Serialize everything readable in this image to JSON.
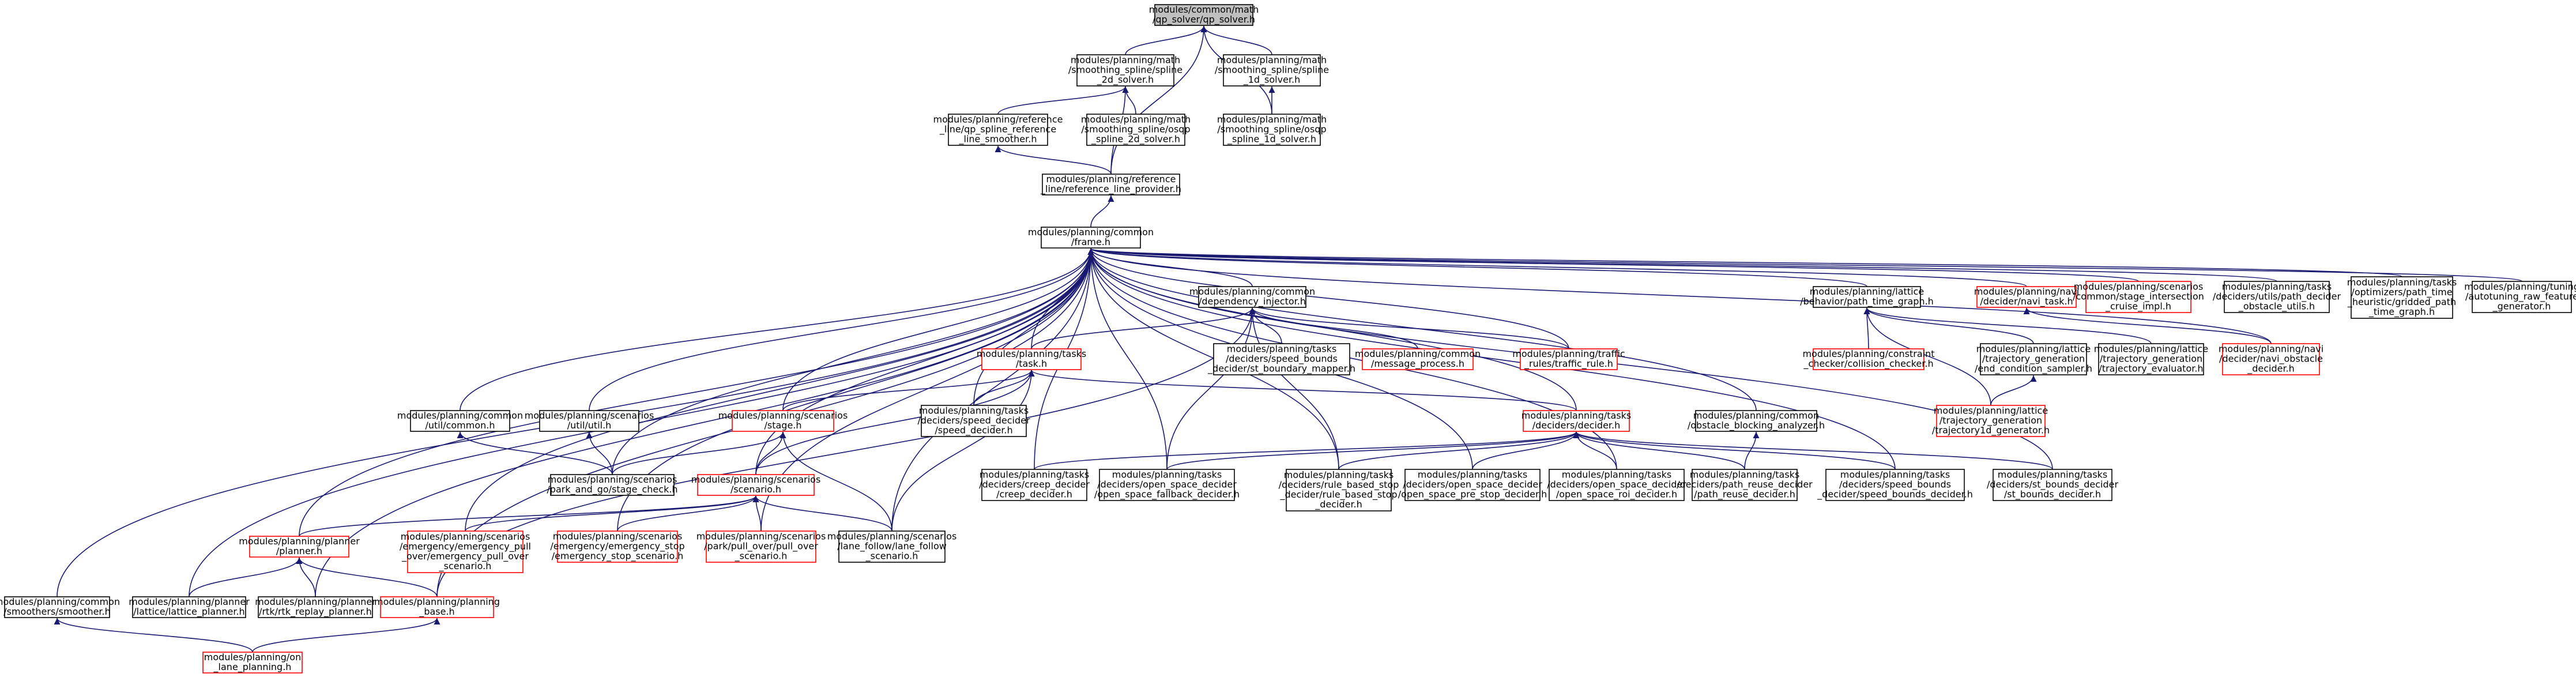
{
  "nodes": [
    {
      "id": "n1",
      "lines": [
        "modules/common/math",
        "/qp_solver/qp_solver.h"
      ],
      "style": "root"
    },
    {
      "id": "n2",
      "lines": [
        "modules/planning/math",
        "/smoothing_spline/spline",
        "_2d_solver.h"
      ],
      "style": "normal"
    },
    {
      "id": "n3",
      "lines": [
        "modules/planning/math",
        "/smoothing_spline/spline",
        "_1d_solver.h"
      ],
      "style": "normal"
    },
    {
      "id": "n4",
      "lines": [
        "modules/planning/reference",
        "_line/qp_spline_reference",
        "_line_smoother.h"
      ],
      "style": "normal"
    },
    {
      "id": "n5",
      "lines": [
        "modules/planning/math",
        "/smoothing_spline/osqp",
        "_spline_2d_solver.h"
      ],
      "style": "normal"
    },
    {
      "id": "n6",
      "lines": [
        "modules/planning/math",
        "/smoothing_spline/osqp",
        "_spline_1d_solver.h"
      ],
      "style": "normal"
    },
    {
      "id": "n7",
      "lines": [
        "modules/planning/reference",
        "_line/reference_line_provider.h"
      ],
      "style": "normal"
    },
    {
      "id": "n8",
      "lines": [
        "modules/planning/common",
        "/frame.h"
      ],
      "style": "normal"
    },
    {
      "id": "n9",
      "lines": [
        "modules/planning/common",
        "/dependency_injector.h"
      ],
      "style": "normal"
    },
    {
      "id": "n10",
      "lines": [
        "modules/planning/lattice",
        "/behavior/path_time_graph.h"
      ],
      "style": "normal"
    },
    {
      "id": "n11",
      "lines": [
        "modules/planning/navi",
        "/decider/navi_task.h"
      ],
      "style": "red"
    },
    {
      "id": "n12",
      "lines": [
        "modules/planning/scenarios",
        "/common/stage_intersection",
        "_cruise_impl.h"
      ],
      "style": "red"
    },
    {
      "id": "n13",
      "lines": [
        "modules/planning/tasks",
        "/deciders/utils/path_decider",
        "_obstacle_utils.h"
      ],
      "style": "normal"
    },
    {
      "id": "n14",
      "lines": [
        "modules/planning/tasks",
        "/optimizers/path_time",
        "_heuristic/gridded_path",
        "_time_graph.h"
      ],
      "style": "normal"
    },
    {
      "id": "n15",
      "lines": [
        "modules/planning/tuning",
        "/autotuning_raw_feature",
        "_generator.h"
      ],
      "style": "normal"
    },
    {
      "id": "n16",
      "lines": [
        "modules/planning/tasks",
        "/task.h"
      ],
      "style": "red"
    },
    {
      "id": "n17",
      "lines": [
        "modules/planning/tasks",
        "/deciders/speed_bounds",
        "_decider/st_boundary_mapper.h"
      ],
      "style": "normal"
    },
    {
      "id": "n18",
      "lines": [
        "modules/planning/common",
        "/message_process.h"
      ],
      "style": "red"
    },
    {
      "id": "n19",
      "lines": [
        "modules/planning/traffic",
        "_rules/traffic_rule.h"
      ],
      "style": "red"
    },
    {
      "id": "n20",
      "lines": [
        "modules/planning/constraint",
        "_checker/collision_checker.h"
      ],
      "style": "red"
    },
    {
      "id": "n21",
      "lines": [
        "modules/planning/lattice",
        "/trajectory_generation",
        "/end_condition_sampler.h"
      ],
      "style": "normal"
    },
    {
      "id": "n22",
      "lines": [
        "modules/planning/lattice",
        "/trajectory_generation",
        "/trajectory_evaluator.h"
      ],
      "style": "normal"
    },
    {
      "id": "n23",
      "lines": [
        "modules/planning/navi",
        "/decider/navi_obstacle",
        "_decider.h"
      ],
      "style": "red"
    },
    {
      "id": "n24",
      "lines": [
        "modules/planning/common",
        "/util/common.h"
      ],
      "style": "normal"
    },
    {
      "id": "n25",
      "lines": [
        "modules/planning/scenarios",
        "/util/util.h"
      ],
      "style": "normal"
    },
    {
      "id": "n26",
      "lines": [
        "modules/planning/scenarios",
        "/stage.h"
      ],
      "style": "red"
    },
    {
      "id": "n27",
      "lines": [
        "modules/planning/tasks",
        "/deciders/speed_decider",
        "/speed_decider.h"
      ],
      "style": "normal"
    },
    {
      "id": "n28",
      "lines": [
        "modules/planning/tasks",
        "/deciders/decider.h"
      ],
      "style": "red"
    },
    {
      "id": "n29",
      "lines": [
        "modules/planning/common",
        "/obstacle_blocking_analyzer.h"
      ],
      "style": "normal"
    },
    {
      "id": "n30",
      "lines": [
        "modules/planning/lattice",
        "/trajectory_generation",
        "/trajectory1d_generator.h"
      ],
      "style": "red"
    },
    {
      "id": "n31",
      "lines": [
        "modules/planning/scenarios",
        "/park_and_go/stage_check.h"
      ],
      "style": "normal"
    },
    {
      "id": "n32",
      "lines": [
        "modules/planning/scenarios",
        "/scenario.h"
      ],
      "style": "red"
    },
    {
      "id": "n33",
      "lines": [
        "modules/planning/tasks",
        "/deciders/creep_decider",
        "/creep_decider.h"
      ],
      "style": "normal"
    },
    {
      "id": "n34",
      "lines": [
        "modules/planning/tasks",
        "/deciders/open_space_decider",
        "/open_space_fallback_decider.h"
      ],
      "style": "normal"
    },
    {
      "id": "n35",
      "lines": [
        "modules/planning/tasks",
        "/deciders/rule_based_stop",
        "_decider/rule_based_stop",
        "_decider.h"
      ],
      "style": "normal"
    },
    {
      "id": "n36",
      "lines": [
        "modules/planning/tasks",
        "/deciders/open_space_decider",
        "/open_space_pre_stop_decider.h"
      ],
      "style": "normal"
    },
    {
      "id": "n37",
      "lines": [
        "modules/planning/tasks",
        "/deciders/open_space_decider",
        "/open_space_roi_decider.h"
      ],
      "style": "normal"
    },
    {
      "id": "n38",
      "lines": [
        "modules/planning/tasks",
        "/deciders/path_reuse_decider",
        "/path_reuse_decider.h"
      ],
      "style": "normal"
    },
    {
      "id": "n39",
      "lines": [
        "modules/planning/tasks",
        "/deciders/speed_bounds",
        "_decider/speed_bounds_decider.h"
      ],
      "style": "normal"
    },
    {
      "id": "n40",
      "lines": [
        "modules/planning/tasks",
        "/deciders/st_bounds_decider",
        "/st_bounds_decider.h"
      ],
      "style": "normal"
    },
    {
      "id": "n41",
      "lines": [
        "modules/planning/planner",
        "/planner.h"
      ],
      "style": "red"
    },
    {
      "id": "n42",
      "lines": [
        "modules/planning/scenarios",
        "/emergency/emergency_pull",
        "_over/emergency_pull_over",
        "_scenario.h"
      ],
      "style": "red"
    },
    {
      "id": "n43",
      "lines": [
        "modules/planning/scenarios",
        "/emergency/emergency_stop",
        "/emergency_stop_scenario.h"
      ],
      "style": "red"
    },
    {
      "id": "n44",
      "lines": [
        "modules/planning/scenarios",
        "/park/pull_over/pull_over",
        "_scenario.h"
      ],
      "style": "red"
    },
    {
      "id": "n45",
      "lines": [
        "modules/planning/scenarios",
        "/lane_follow/lane_follow",
        "_scenario.h"
      ],
      "style": "normal"
    },
    {
      "id": "n46",
      "lines": [
        "modules/planning/common",
        "/smoothers/smoother.h"
      ],
      "style": "normal"
    },
    {
      "id": "n47",
      "lines": [
        "modules/planning/planner",
        "/lattice/lattice_planner.h"
      ],
      "style": "normal"
    },
    {
      "id": "n48",
      "lines": [
        "modules/planning/planner",
        "/rtk/rtk_replay_planner.h"
      ],
      "style": "normal"
    },
    {
      "id": "n49",
      "lines": [
        "modules/planning/planning",
        "_base.h"
      ],
      "style": "red"
    },
    {
      "id": "n50",
      "lines": [
        "modules/planning/on",
        "_lane_planning.h"
      ],
      "style": "red"
    }
  ],
  "edges": [
    [
      "n1",
      "n2"
    ],
    [
      "n1",
      "n3"
    ],
    [
      "n1",
      "n6"
    ],
    [
      "n1",
      "n7"
    ],
    [
      "n2",
      "n4"
    ],
    [
      "n2",
      "n5"
    ],
    [
      "n2",
      "n7"
    ],
    [
      "n3",
      "n6"
    ],
    [
      "n4",
      "n7"
    ],
    [
      "n7",
      "n8"
    ],
    [
      "n8",
      "n9"
    ],
    [
      "n8",
      "n10"
    ],
    [
      "n8",
      "n11"
    ],
    [
      "n8",
      "n12"
    ],
    [
      "n8",
      "n13"
    ],
    [
      "n8",
      "n14"
    ],
    [
      "n8",
      "n15"
    ],
    [
      "n8",
      "n16"
    ],
    [
      "n8",
      "n19"
    ],
    [
      "n8",
      "n23"
    ],
    [
      "n8",
      "n24"
    ],
    [
      "n8",
      "n25"
    ],
    [
      "n8",
      "n26"
    ],
    [
      "n8",
      "n27"
    ],
    [
      "n8",
      "n28"
    ],
    [
      "n8",
      "n29"
    ],
    [
      "n8",
      "n31"
    ],
    [
      "n8",
      "n32"
    ],
    [
      "n8",
      "n33"
    ],
    [
      "n8",
      "n34"
    ],
    [
      "n8",
      "n35"
    ],
    [
      "n8",
      "n36"
    ],
    [
      "n8",
      "n37"
    ],
    [
      "n8",
      "n39"
    ],
    [
      "n8",
      "n40"
    ],
    [
      "n8",
      "n41"
    ],
    [
      "n8",
      "n42"
    ],
    [
      "n8",
      "n43"
    ],
    [
      "n8",
      "n44"
    ],
    [
      "n8",
      "n45"
    ],
    [
      "n8",
      "n46"
    ],
    [
      "n8",
      "n47"
    ],
    [
      "n8",
      "n48"
    ],
    [
      "n8",
      "n49"
    ],
    [
      "n9",
      "n16"
    ],
    [
      "n9",
      "n17"
    ],
    [
      "n9",
      "n18"
    ],
    [
      "n9",
      "n19"
    ],
    [
      "n9",
      "n34"
    ],
    [
      "n9",
      "n35"
    ],
    [
      "n9",
      "n49"
    ],
    [
      "n10",
      "n20"
    ],
    [
      "n10",
      "n21"
    ],
    [
      "n10",
      "n22"
    ],
    [
      "n10",
      "n30"
    ],
    [
      "n11",
      "n23"
    ],
    [
      "n21",
      "n30"
    ],
    [
      "n16",
      "n26"
    ],
    [
      "n16",
      "n27"
    ],
    [
      "n16",
      "n28"
    ],
    [
      "n16",
      "n32"
    ],
    [
      "n16",
      "n45"
    ],
    [
      "n24",
      "n31"
    ],
    [
      "n25",
      "n31"
    ],
    [
      "n26",
      "n31"
    ],
    [
      "n26",
      "n32"
    ],
    [
      "n26",
      "n45"
    ],
    [
      "n28",
      "n33"
    ],
    [
      "n28",
      "n34"
    ],
    [
      "n28",
      "n35"
    ],
    [
      "n28",
      "n36"
    ],
    [
      "n28",
      "n37"
    ],
    [
      "n28",
      "n38"
    ],
    [
      "n28",
      "n39"
    ],
    [
      "n28",
      "n40"
    ],
    [
      "n29",
      "n38"
    ],
    [
      "n32",
      "n41"
    ],
    [
      "n32",
      "n42"
    ],
    [
      "n32",
      "n43"
    ],
    [
      "n32",
      "n44"
    ],
    [
      "n32",
      "n45"
    ],
    [
      "n41",
      "n47"
    ],
    [
      "n41",
      "n48"
    ],
    [
      "n41",
      "n49"
    ],
    [
      "n46",
      "n50"
    ],
    [
      "n49",
      "n50"
    ]
  ],
  "colors": {
    "edge": "#191970",
    "node_border": "#000000",
    "node_border_red": "#ff0000",
    "root_fill": "#bfbfbf"
  }
}
